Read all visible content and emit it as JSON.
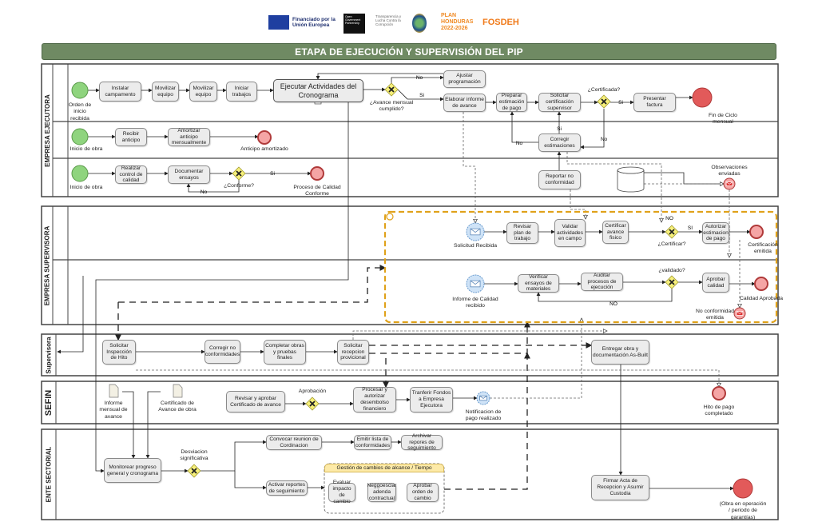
{
  "header": {
    "logos": {
      "eu": "Financiado por la Unión Europea",
      "ogp": "Open Government Partnership",
      "transparencia": "Transparencia y Lucha Contra la Corrupción",
      "plan": "PLAN HONDURAS 2022-2026",
      "fosdeh": "FOSDEH"
    },
    "title": "ETAPA DE EJECUCIÓN Y SUPERVISIÓN DEL PIP"
  },
  "pools": {
    "ejecutora": "EMPRESA EJECUTORA",
    "supervisora_empresa": "EMPRESA SUPERVISORA",
    "supervisora": "Supervisora",
    "sefin": "SEFIN",
    "ente": "ENTE SECTORIAL"
  },
  "tasks": {
    "instalar": "Instalar campamento",
    "movilizar1": "Movilizar equipo",
    "movilizar2": "Movilizar equipo",
    "iniciar": "Iniciar trabajos",
    "ejecutar": "Ejecutar Actividades del Cronograma",
    "ajustar": "Ajustar programación",
    "elaborar": "Elaborar informe de avance",
    "preparar": "Preparar estimación de pago",
    "solicitar_cert": "Solicitar certificación supervisor",
    "presentar": "Presentar factura",
    "recibir": "Recibir anticipo",
    "amortizar": "Amortizar anticipo mensualmente",
    "corregir_est": "Corregir estimaciones",
    "realizar": "Realizar control de calidad",
    "documentar": "Documentar ensayos",
    "reportar": "Reportar no conformidad",
    "revisar_plan": "Revisar plan de trabajo",
    "validar": "Validar actividades en campo",
    "certificar": "Certificar avance fisico",
    "autorizar": "Autorizar estimacion de pago",
    "verificar": "Verificar ensayos de materiales",
    "auditar": "Auditar procesos de ejecución",
    "aprobar_cal": "Aprobar calidad",
    "solicitar_insp": "Solicitar Inspección de Hito",
    "corregir_nc": "Corregir no conformidades",
    "completar": "Completar obras y pruebas finales",
    "solicitar_rec": "Solicitar recepcion provicional",
    "entregar": "Entregar obra y documentación As-Built",
    "revisar_cert": "Revisar y aprobar Certificado de avance",
    "procesar": "Procesar y autorizar desembolso financiero",
    "transferir": "Tranferir Fondos a Empresa Ejecutora",
    "monitorear": "Monitorear progreso general y cronograma",
    "convocar": "Convocar reunion de Cordinacion",
    "emitir": "Emitir lista de conformidades",
    "archivar": "Archivar repores de seguimiento",
    "activar": "Activar  reportes de seguimiento",
    "evaluar": "Evaluar impacto de cambio",
    "negociar": "Neggoesciar adenda contractual",
    "aprobar_orden": "Aprobar orden de cambio",
    "firmar": "Firmar Acta de Recepcion y Asumir Custodia"
  },
  "group": {
    "title": "Gestión de cambios de alcance / Tiempo"
  },
  "events": {
    "orden_inicio": "Orden de inicio recibida",
    "fin_ciclo": "Fin de Ciclo mensual",
    "inicio_obra1": "Inicio de obra",
    "anticipo_amortizado": "Anticipo amortizado",
    "inicio_obra2": "Inicio de obra",
    "calidad_conforme": "Proceso de Calidad Conforme",
    "observaciones": "Observaciones enviadas",
    "solicitud_recibida": "Solicitud Recibida",
    "certificacion_emitida": "Certificación emitida",
    "informe_calidad": "Informe de Calidad recibido",
    "calidad_aprobada": "Calidad Aprobada",
    "no_conformidad": "No conformidad emitida",
    "notificacion_pago": "Notificacion de pago realizado",
    "hito_pago": "Hito de pago completado",
    "obra_operacion": "(Obra en operación / periodo de garantías)"
  },
  "documents": {
    "informe_mensual": "Informe mensual de avance",
    "certificado_avance": "Certificado de Avance de obra"
  },
  "gateways": {
    "avance": "¿Avance mensual cumplido?",
    "certificada": "¿Certificada?",
    "conforme": "¿Conforme?",
    "certificar": "¿Certificar?",
    "validado": "¿validado?",
    "aprobacion": "Aprobación",
    "desviacion": "Desviacion significativa"
  },
  "flow_labels": {
    "no": "No",
    "si": "Si",
    "NO": "NO",
    "SI": "SI"
  },
  "colors": {
    "title_bar": "#6f8a63",
    "start_event": "#8fd47e",
    "end_event": "#f08080",
    "message_event": "#cfe3f7",
    "gateway": "#f7f07a",
    "subprocess_border": "#e0a21b"
  }
}
